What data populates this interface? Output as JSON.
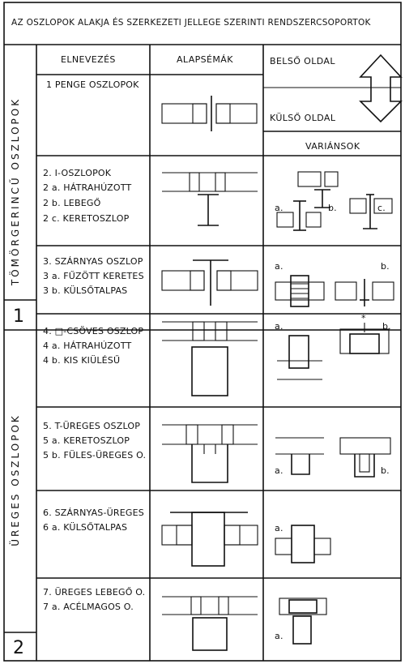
{
  "title": "AZ OSZLOPOK ALAKJA ÉS SZERKEZETI JELLEGE SZERINTI RENDSZERCSOPORTOK",
  "headers": {
    "name": "ELNEVEZÉS",
    "schema": "ALAPSÉMÁK",
    "inner": "BELSŐ OLDAL",
    "outer": "KÜLSŐ OLDAL",
    "variants": "VARIÁNSOK"
  },
  "groups": [
    {
      "label": "TÖMÖRGERINCŰ  OSZLOPOK",
      "number": "1"
    },
    {
      "label": "ÜREGES  OSZLOPOK",
      "number": "2"
    }
  ],
  "rows": [
    {
      "lines": [
        "1   PENGE OSZLOPOK"
      ]
    },
    {
      "lines": [
        "2.  I-OSZLOPOK",
        "2 a. HÁTRAHÚZOTT",
        "2 b. LEBEGŐ",
        "2 c. KERETOSZLOP"
      ]
    },
    {
      "lines": [
        "3.  SZÁRNYAS OSZLOP",
        "3 a. FŰZÖTT KERETES",
        "3 b. KÜLSŐTALPAS"
      ]
    },
    {
      "lines": [
        "4.  □-CSÖVES OSZLOP",
        "4 a. HÁTRAHÚZOTT",
        "4 b. KIS KIÜLÉSŰ"
      ]
    },
    {
      "lines": [
        "5.  T-ÜREGES OSZLOP",
        "5 a. KERETOSZLOP",
        "5 b. FÜLES-ÜREGES O."
      ]
    },
    {
      "lines": [
        "6.  SZÁRNYAS-ÜREGES",
        "6 a. KÜLSŐTALPAS"
      ]
    },
    {
      "lines": [
        "7.  ÜREGES LEBEGŐ O.",
        "7 a. ACÉLMAGOS O."
      ]
    }
  ],
  "variant_labels": {
    "row2": [
      "a.",
      "b.",
      "c."
    ],
    "row3": [
      "a.",
      "b."
    ],
    "row4": [
      "a.",
      "*",
      "b."
    ],
    "row5": [
      "a.",
      "b."
    ],
    "row6": [
      "a."
    ],
    "row7": [
      "a."
    ]
  }
}
